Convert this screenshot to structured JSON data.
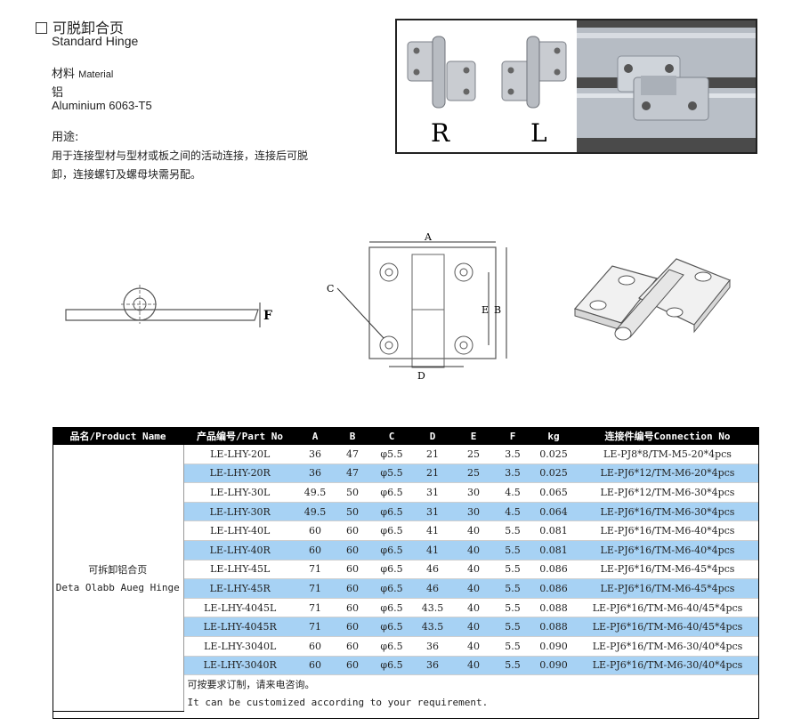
{
  "header": {
    "title_cn": "可脱卸合页",
    "title_en": "Standard Hinge"
  },
  "material": {
    "label_cn": "材料",
    "label_en": "Material",
    "value_cn": "铝",
    "value_en": "Aluminium  6063-T5"
  },
  "usage": {
    "label": "用途:",
    "text": "用于连接型材与型材或板之间的活动连接，连接后可脱卸，连接螺钉及螺母块需另配。"
  },
  "photo": {
    "label_r": "R",
    "label_l": "L"
  },
  "drawing": {
    "label_a": "A",
    "label_b": "B",
    "label_c": "C",
    "label_d": "D",
    "label_e": "E",
    "label_f": "F"
  },
  "table": {
    "headers": [
      "品名/Product Name",
      "产品编号/Part No",
      "A",
      "B",
      "C",
      "D",
      "E",
      "F",
      "kg",
      "连接件编号Connection No"
    ],
    "product_name_cn": "可拆卸铝合页",
    "product_name_en": "Deta Olabb Aueg Hinge",
    "rows": [
      {
        "part": "LE-LHY-20L",
        "a": "36",
        "b": "47",
        "c": "φ5.5",
        "d": "21",
        "e": "25",
        "f": "3.5",
        "kg": "0.025",
        "conn": "LE-PJ8*8/TM-M5-20*4pcs"
      },
      {
        "part": "LE-LHY-20R",
        "a": "36",
        "b": "47",
        "c": "φ5.5",
        "d": "21",
        "e": "25",
        "f": "3.5",
        "kg": "0.025",
        "conn": "LE-PJ6*12/TM-M6-20*4pcs"
      },
      {
        "part": "LE-LHY-30L",
        "a": "49.5",
        "b": "50",
        "c": "φ6.5",
        "d": "31",
        "e": "30",
        "f": "4.5",
        "kg": "0.065",
        "conn": "LE-PJ6*12/TM-M6-30*4pcs"
      },
      {
        "part": "LE-LHY-30R",
        "a": "49.5",
        "b": "50",
        "c": "φ6.5",
        "d": "31",
        "e": "30",
        "f": "4.5",
        "kg": "0.064",
        "conn": "LE-PJ6*16/TM-M6-30*4pcs"
      },
      {
        "part": "LE-LHY-40L",
        "a": "60",
        "b": "60",
        "c": "φ6.5",
        "d": "41",
        "e": "40",
        "f": "5.5",
        "kg": "0.081",
        "conn": "LE-PJ6*16/TM-M6-40*4pcs"
      },
      {
        "part": "LE-LHY-40R",
        "a": "60",
        "b": "60",
        "c": "φ6.5",
        "d": "41",
        "e": "40",
        "f": "5.5",
        "kg": "0.081",
        "conn": "LE-PJ6*16/TM-M6-40*4pcs"
      },
      {
        "part": "LE-LHY-45L",
        "a": "71",
        "b": "60",
        "c": "φ6.5",
        "d": "46",
        "e": "40",
        "f": "5.5",
        "kg": "0.086",
        "conn": "LE-PJ6*16/TM-M6-45*4pcs"
      },
      {
        "part": "LE-LHY-45R",
        "a": "71",
        "b": "60",
        "c": "φ6.5",
        "d": "46",
        "e": "40",
        "f": "5.5",
        "kg": "0.086",
        "conn": "LE-PJ6*16/TM-M6-45*4pcs"
      },
      {
        "part": "LE-LHY-4045L",
        "a": "71",
        "b": "60",
        "c": "φ6.5",
        "d": "43.5",
        "e": "40",
        "f": "5.5",
        "kg": "0.088",
        "conn": "LE-PJ6*16/TM-M6-40/45*4pcs"
      },
      {
        "part": "LE-LHY-4045R",
        "a": "71",
        "b": "60",
        "c": "φ6.5",
        "d": "43.5",
        "e": "40",
        "f": "5.5",
        "kg": "0.088",
        "conn": "LE-PJ6*16/TM-M6-40/45*4pcs"
      },
      {
        "part": "LE-LHY-3040L",
        "a": "60",
        "b": "60",
        "c": "φ6.5",
        "d": "36",
        "e": "40",
        "f": "5.5",
        "kg": "0.090",
        "conn": "LE-PJ6*16/TM-M6-30/40*4pcs"
      },
      {
        "part": "LE-LHY-3040R",
        "a": "60",
        "b": "60",
        "c": "φ6.5",
        "d": "36",
        "e": "40",
        "f": "5.5",
        "kg": "0.090",
        "conn": "LE-PJ6*16/TM-M6-30/40*4pcs"
      }
    ],
    "note_cn": "可按要求订制，请来电咨询。",
    "note_en": "It can be customized according to your requirement."
  },
  "colors": {
    "row_highlight": "#a7d2f4",
    "header_bg": "#000000"
  }
}
